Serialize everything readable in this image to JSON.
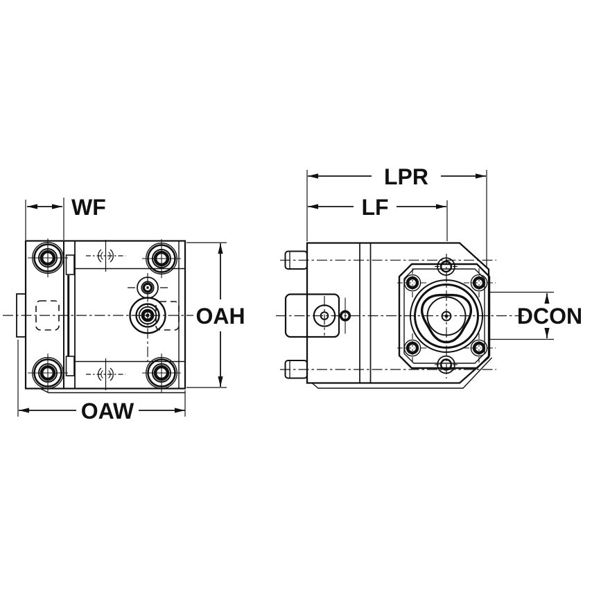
{
  "drawing": {
    "kind": "two-view dimensional engineering drawing of a machine tool clamping unit",
    "dimension_labels": {
      "wf": "WF",
      "oah": "OAH",
      "oaw": "OAW",
      "lpr": "LPR",
      "lf": "LF",
      "dcon": "DCON"
    },
    "colors": {
      "body_fill": "#c6d3de",
      "line_color": "#111111",
      "background": "#ffffff"
    }
  }
}
